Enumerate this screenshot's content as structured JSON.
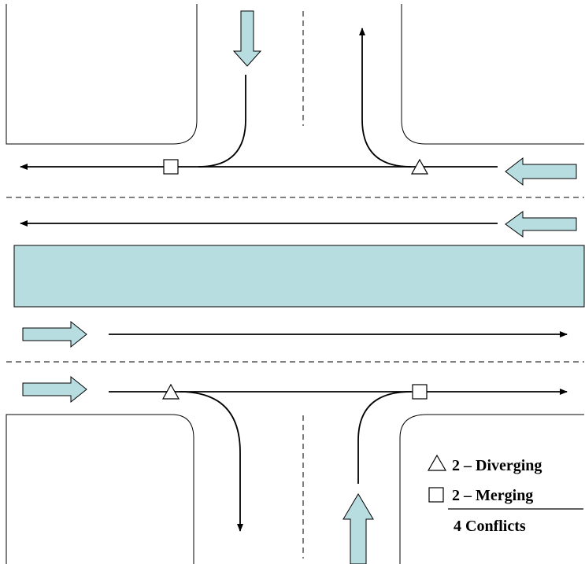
{
  "colors": {
    "arrow_fill": "#b7dde0",
    "median_fill": "#b7dde0",
    "line": "#000000",
    "background": "#ffffff"
  },
  "legend": {
    "diverging": {
      "symbol": "triangle",
      "text": "2 – Diverging"
    },
    "merging": {
      "symbol": "square",
      "text": "2 – Merging"
    },
    "total": "4 Conflicts"
  },
  "conflict_points": [
    {
      "type": "merging",
      "symbol": "square"
    },
    {
      "type": "diverging",
      "symbol": "triangle"
    },
    {
      "type": "diverging",
      "symbol": "triangle"
    },
    {
      "type": "merging",
      "symbol": "square"
    }
  ]
}
